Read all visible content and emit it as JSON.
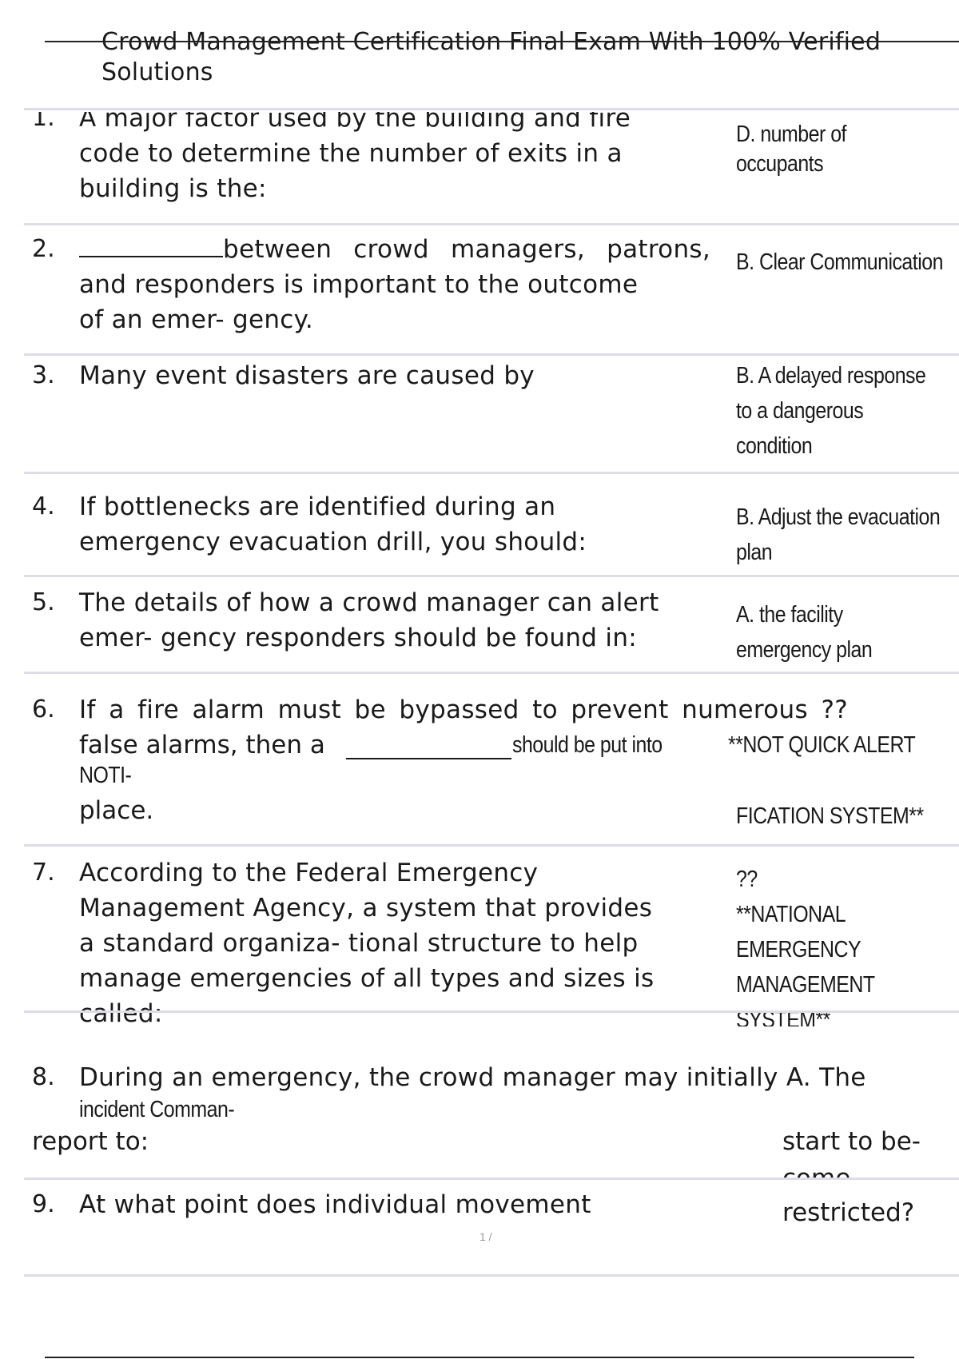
{
  "doc": {
    "title_line1": "Crowd Management Certification Final Exam With 100% Verified",
    "title_line2": "Solutions",
    "page_number": "1 /"
  },
  "questions": [
    {
      "number": "1.",
      "lines": [
        "A major factor used by the building and fire",
        "code to determine the number of exits in a",
        "building is the:"
      ],
      "answer_lines": [
        "D. number of",
        "occupants"
      ]
    },
    {
      "number": "2.",
      "lines": [
        "between crowd managers, patrons,",
        "and responders is important to the outcome",
        "of an emer- gency."
      ],
      "answer_lines": [
        "B. Clear Communication"
      ]
    },
    {
      "number": "3.",
      "lines": [
        "Many event disasters are caused by"
      ],
      "answer_lines": [
        "B. A delayed response",
        "to a dangerous",
        "condition"
      ]
    },
    {
      "number": "4.",
      "lines": [
        "If bottlenecks are identified during an",
        "emergency evacuation drill, you should:"
      ],
      "answer_lines": [
        "B. Adjust the evacuation",
        "plan"
      ]
    },
    {
      "number": "5.",
      "lines": [
        "The details of how a crowd manager can alert",
        "emer- gency responders should be found in:"
      ],
      "answer_lines": [
        "A. the facility",
        "emergency plan"
      ]
    },
    {
      "number": "6.",
      "lines": [
        "If a fire alarm must be bypassed to prevent numerous ??",
        "false alarms, then a",
        "should be put into",
        "**NOT QUICK ALERT",
        "NOTI-",
        "place.",
        "FICATION SYSTEM**"
      ]
    },
    {
      "number": "7.",
      "lines": [
        "According to the Federal Emergency",
        "Management Agency, a system that provides",
        "a standard organiza- tional structure to help",
        "manage emergencies of all types and sizes is",
        "called:"
      ],
      "answer_lines": [
        "??",
        "**NATIONAL",
        "EMERGENCY",
        "MANAGEMENT",
        "SYSTEM**"
      ]
    },
    {
      "number": "8.",
      "lines": [
        "During an emergency, the crowd manager may initially A. The",
        "incident Comman-",
        "report to:",
        "start to be-",
        "come"
      ]
    },
    {
      "number": "9.",
      "lines": [
        "At what point does individual movement",
        "restricted?"
      ]
    }
  ]
}
